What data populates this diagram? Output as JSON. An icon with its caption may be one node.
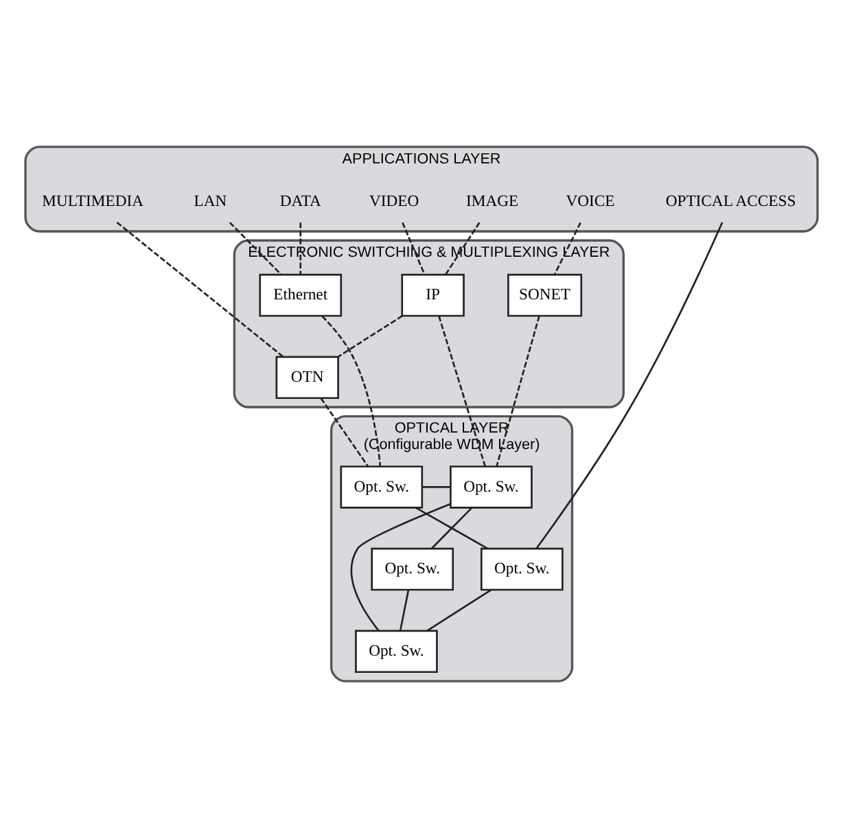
{
  "diagram": {
    "nodes": [
      {
        "text": [
          "APPLICATIONS LAYER"
        ]
      },
      {
        "text": [
          "DATA"
        ],
        "in": 0
      },
      {
        "text": [
          "MULTIMEDIA"
        ],
        "in": 0
      },
      {
        "text": [
          "OPTICAL ACCESS"
        ],
        "in": 0
      },
      {
        "text": [
          "VOICE"
        ],
        "in": 0
      },
      {
        "text": [
          "VIDEO"
        ],
        "in": 0
      },
      {
        "text": [
          "LAN"
        ],
        "in": 0
      },
      {
        "text": [
          "IMAGE"
        ],
        "in": 0
      },
      {
        "text": [
          "ELECTRONIC SWITCHING & MULTIPLEXING LAYER"
        ]
      },
      {
        "text": [
          "IP"
        ],
        "in": 8
      },
      {
        "text": [
          "Ethernet"
        ],
        "in": 8
      },
      {
        "text": [
          "SONET"
        ],
        "in": 8
      },
      {
        "text": [
          "OTN"
        ],
        "in": 8
      },
      {
        "text": [
          "OPTICAL LAYER",
          "(Configurable WDM Layer)"
        ]
      },
      {
        "text": [
          "Opt. Sw."
        ],
        "in": 13
      },
      {
        "text": [
          "Opt. Sw."
        ],
        "in": 13
      },
      {
        "text": [
          "Opt. Sw."
        ],
        "in": 13
      },
      {
        "text": [
          "Opt. Sw."
        ],
        "in": 13
      },
      {
        "text": [
          "Opt. Sw."
        ],
        "in": 13
      }
    ],
    "edges": [
      {
        "from": 3,
        "to": 16,
        "arrow": "none"
      },
      {
        "from": 6,
        "to": 10,
        "arrow": "none",
        "style": "dashed"
      },
      {
        "from": 1,
        "to": 10,
        "arrow": "none",
        "style": "dashed"
      },
      {
        "from": 2,
        "to": 12,
        "arrow": "none",
        "style": "dashed"
      },
      {
        "from": 5,
        "to": 9,
        "arrow": "none",
        "style": "dashed"
      },
      {
        "from": 7,
        "to": 9,
        "arrow": "none",
        "style": "dashed"
      },
      {
        "from": 4,
        "to": 11,
        "arrow": "none",
        "style": "dashed"
      },
      {
        "from": 9,
        "to": 12,
        "arrow": "none",
        "style": "dashed"
      },
      {
        "from": 10,
        "to": 14,
        "arrow": "none",
        "style": "dashed"
      },
      {
        "from": 12,
        "to": 14,
        "arrow": "none",
        "style": "dashed"
      },
      {
        "from": 9,
        "to": 15,
        "arrow": "none",
        "style": "dashed"
      },
      {
        "from": 11,
        "to": 15,
        "arrow": "none",
        "style": "dashed"
      },
      {
        "from": 16,
        "to": 14,
        "arrow": "none"
      },
      {
        "from": 14,
        "to": 15,
        "arrow": "none"
      },
      {
        "from": 15,
        "to": 17,
        "arrow": "none"
      },
      {
        "from": 15,
        "to": 18,
        "arrow": "none"
      },
      {
        "from": 16,
        "to": 18,
        "arrow": "none"
      },
      {
        "from": 18,
        "to": 17,
        "arrow": "none"
      }
    ]
  }
}
